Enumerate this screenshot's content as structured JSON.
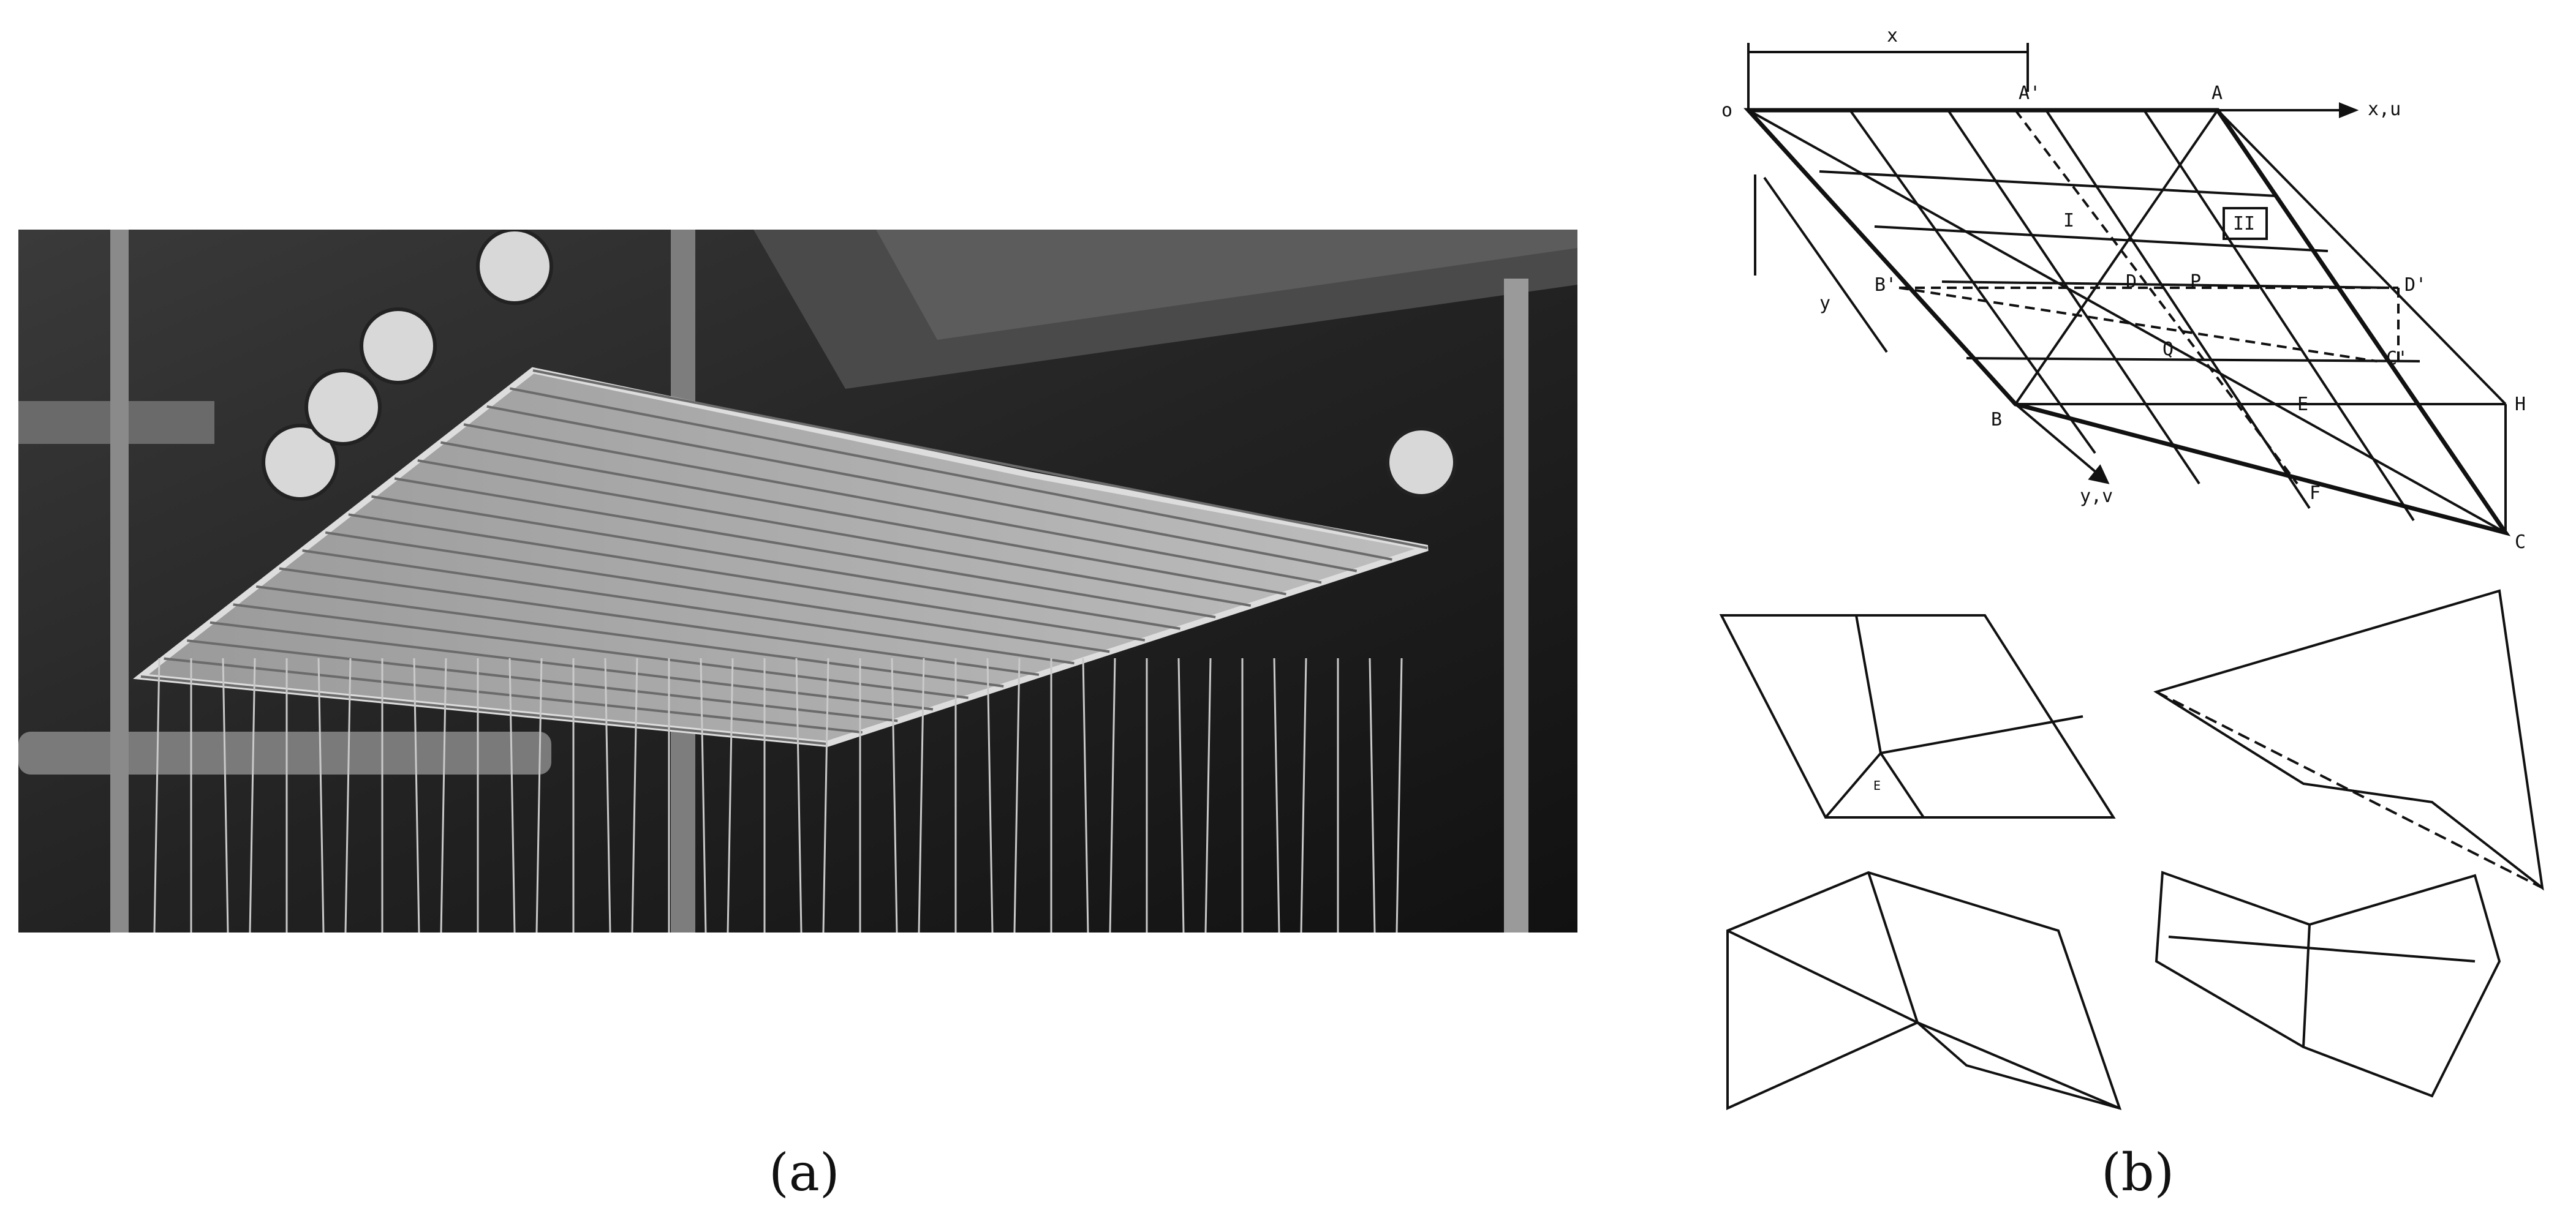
{
  "captions": {
    "a": "(a)",
    "b": "(b)"
  },
  "photo": {
    "subject": "cable-net physical test model photograph"
  },
  "schematic": {
    "dimension_label": "x",
    "axis_labels": {
      "x_axis": "x,u",
      "y_axis": "y,v",
      "y_dim": "y"
    },
    "points": {
      "o": "o",
      "a_prime": "A'",
      "a": "A",
      "b_prime": "B'",
      "d": "D",
      "p": "P",
      "d_prime": "D'",
      "q": "Q",
      "c_prime": "C'",
      "b": "B",
      "e": "E",
      "h": "H",
      "f": "F",
      "c": "C"
    },
    "region_labels": {
      "one": "I",
      "two": "II"
    },
    "small_label": "E"
  },
  "colors": {
    "ink": "#111111",
    "photo_bg": "#1c1c1c"
  }
}
